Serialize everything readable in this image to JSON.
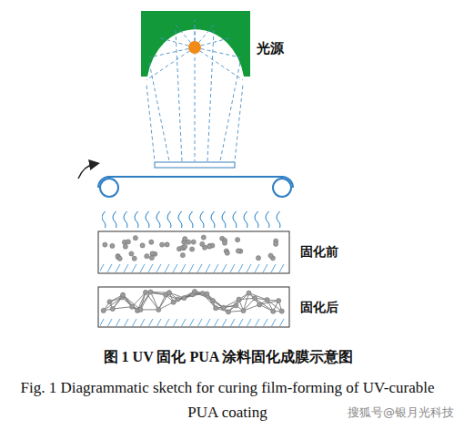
{
  "diagram": {
    "caption": "图 1 UV 固化 PUA 涂料固化成膜示意图",
    "labels": [
      "光源",
      "固化前",
      "固化后",
      "Fig. 1 Diagrammatic sketch for curing film-forming of UV-curable PUA coating",
      "搜狐号@银月光科技"
    ]
  }
}
